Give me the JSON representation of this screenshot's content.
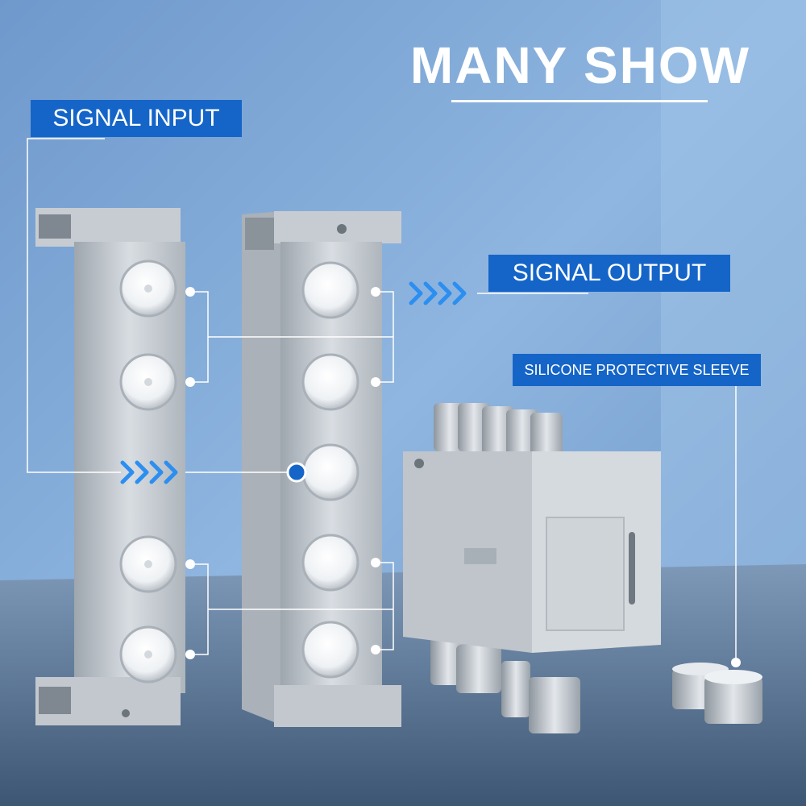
{
  "title": "MANY SHOW",
  "labels": {
    "signal_input": "SIGNAL INPUT",
    "signal_output": "SIGNAL OUTPUT",
    "sleeve": "SILICONE PROTECTIVE SLEEVE"
  },
  "colors": {
    "background_top": "#7fa8d6",
    "background_bottom": "#4e6f96",
    "tag_blue": "#1565c8",
    "arrow_blue": "#2c8ff0",
    "text_white": "#ffffff"
  },
  "icons": [
    "chevron-arrow-icon",
    "connector-dot-icon"
  ]
}
